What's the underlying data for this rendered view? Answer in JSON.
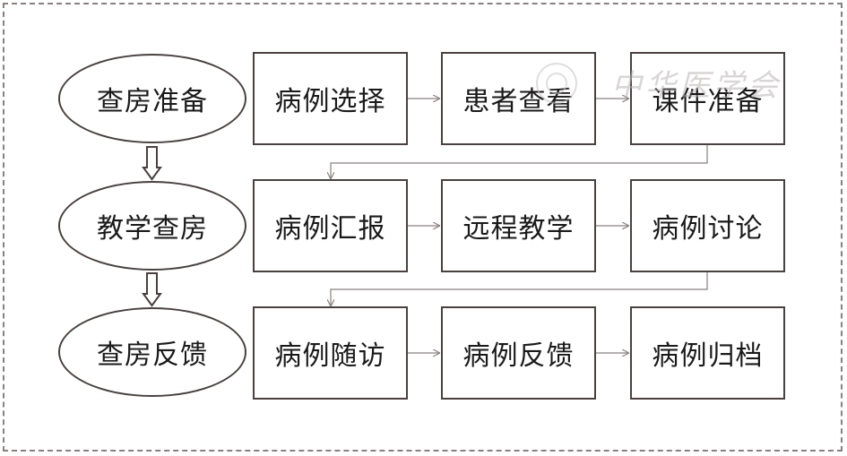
{
  "stages": [
    {
      "label": "查房准备",
      "steps": [
        "病例选择",
        "患者查看",
        "课件准备"
      ]
    },
    {
      "label": "教学查房",
      "steps": [
        "病例汇报",
        "远程教学",
        "病例讨论"
      ]
    },
    {
      "label": "查房反馈",
      "steps": [
        "病例随访",
        "病例反馈",
        "病例归档"
      ]
    }
  ],
  "watermark": {
    "text": "中华医学会"
  },
  "colors": {
    "border": "#4a4040",
    "frame": "#8a8080",
    "arrow": "#8a8080",
    "text": "#1a1a1a"
  }
}
